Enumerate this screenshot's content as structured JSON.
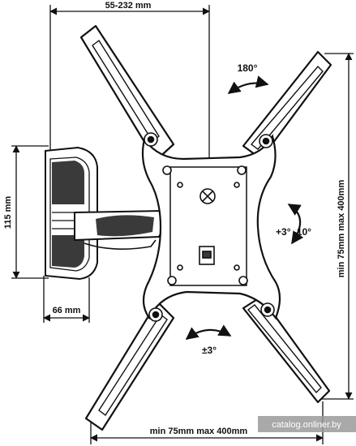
{
  "labels": {
    "top_dim": "55-232 mm",
    "rot_180": "180°",
    "height_dim": "115 mm",
    "tilt": "+3° -10°",
    "vesa_vertical": "min 75mm max 400mm",
    "depth_dim": "66 mm",
    "swivel": "±3°",
    "vesa_horizontal": "min 75mm max 400mm"
  },
  "watermark": "catalog.onliner.by",
  "colors": {
    "line": "#111111",
    "fill": "#ffffff",
    "shade": "#3a3a3a"
  }
}
